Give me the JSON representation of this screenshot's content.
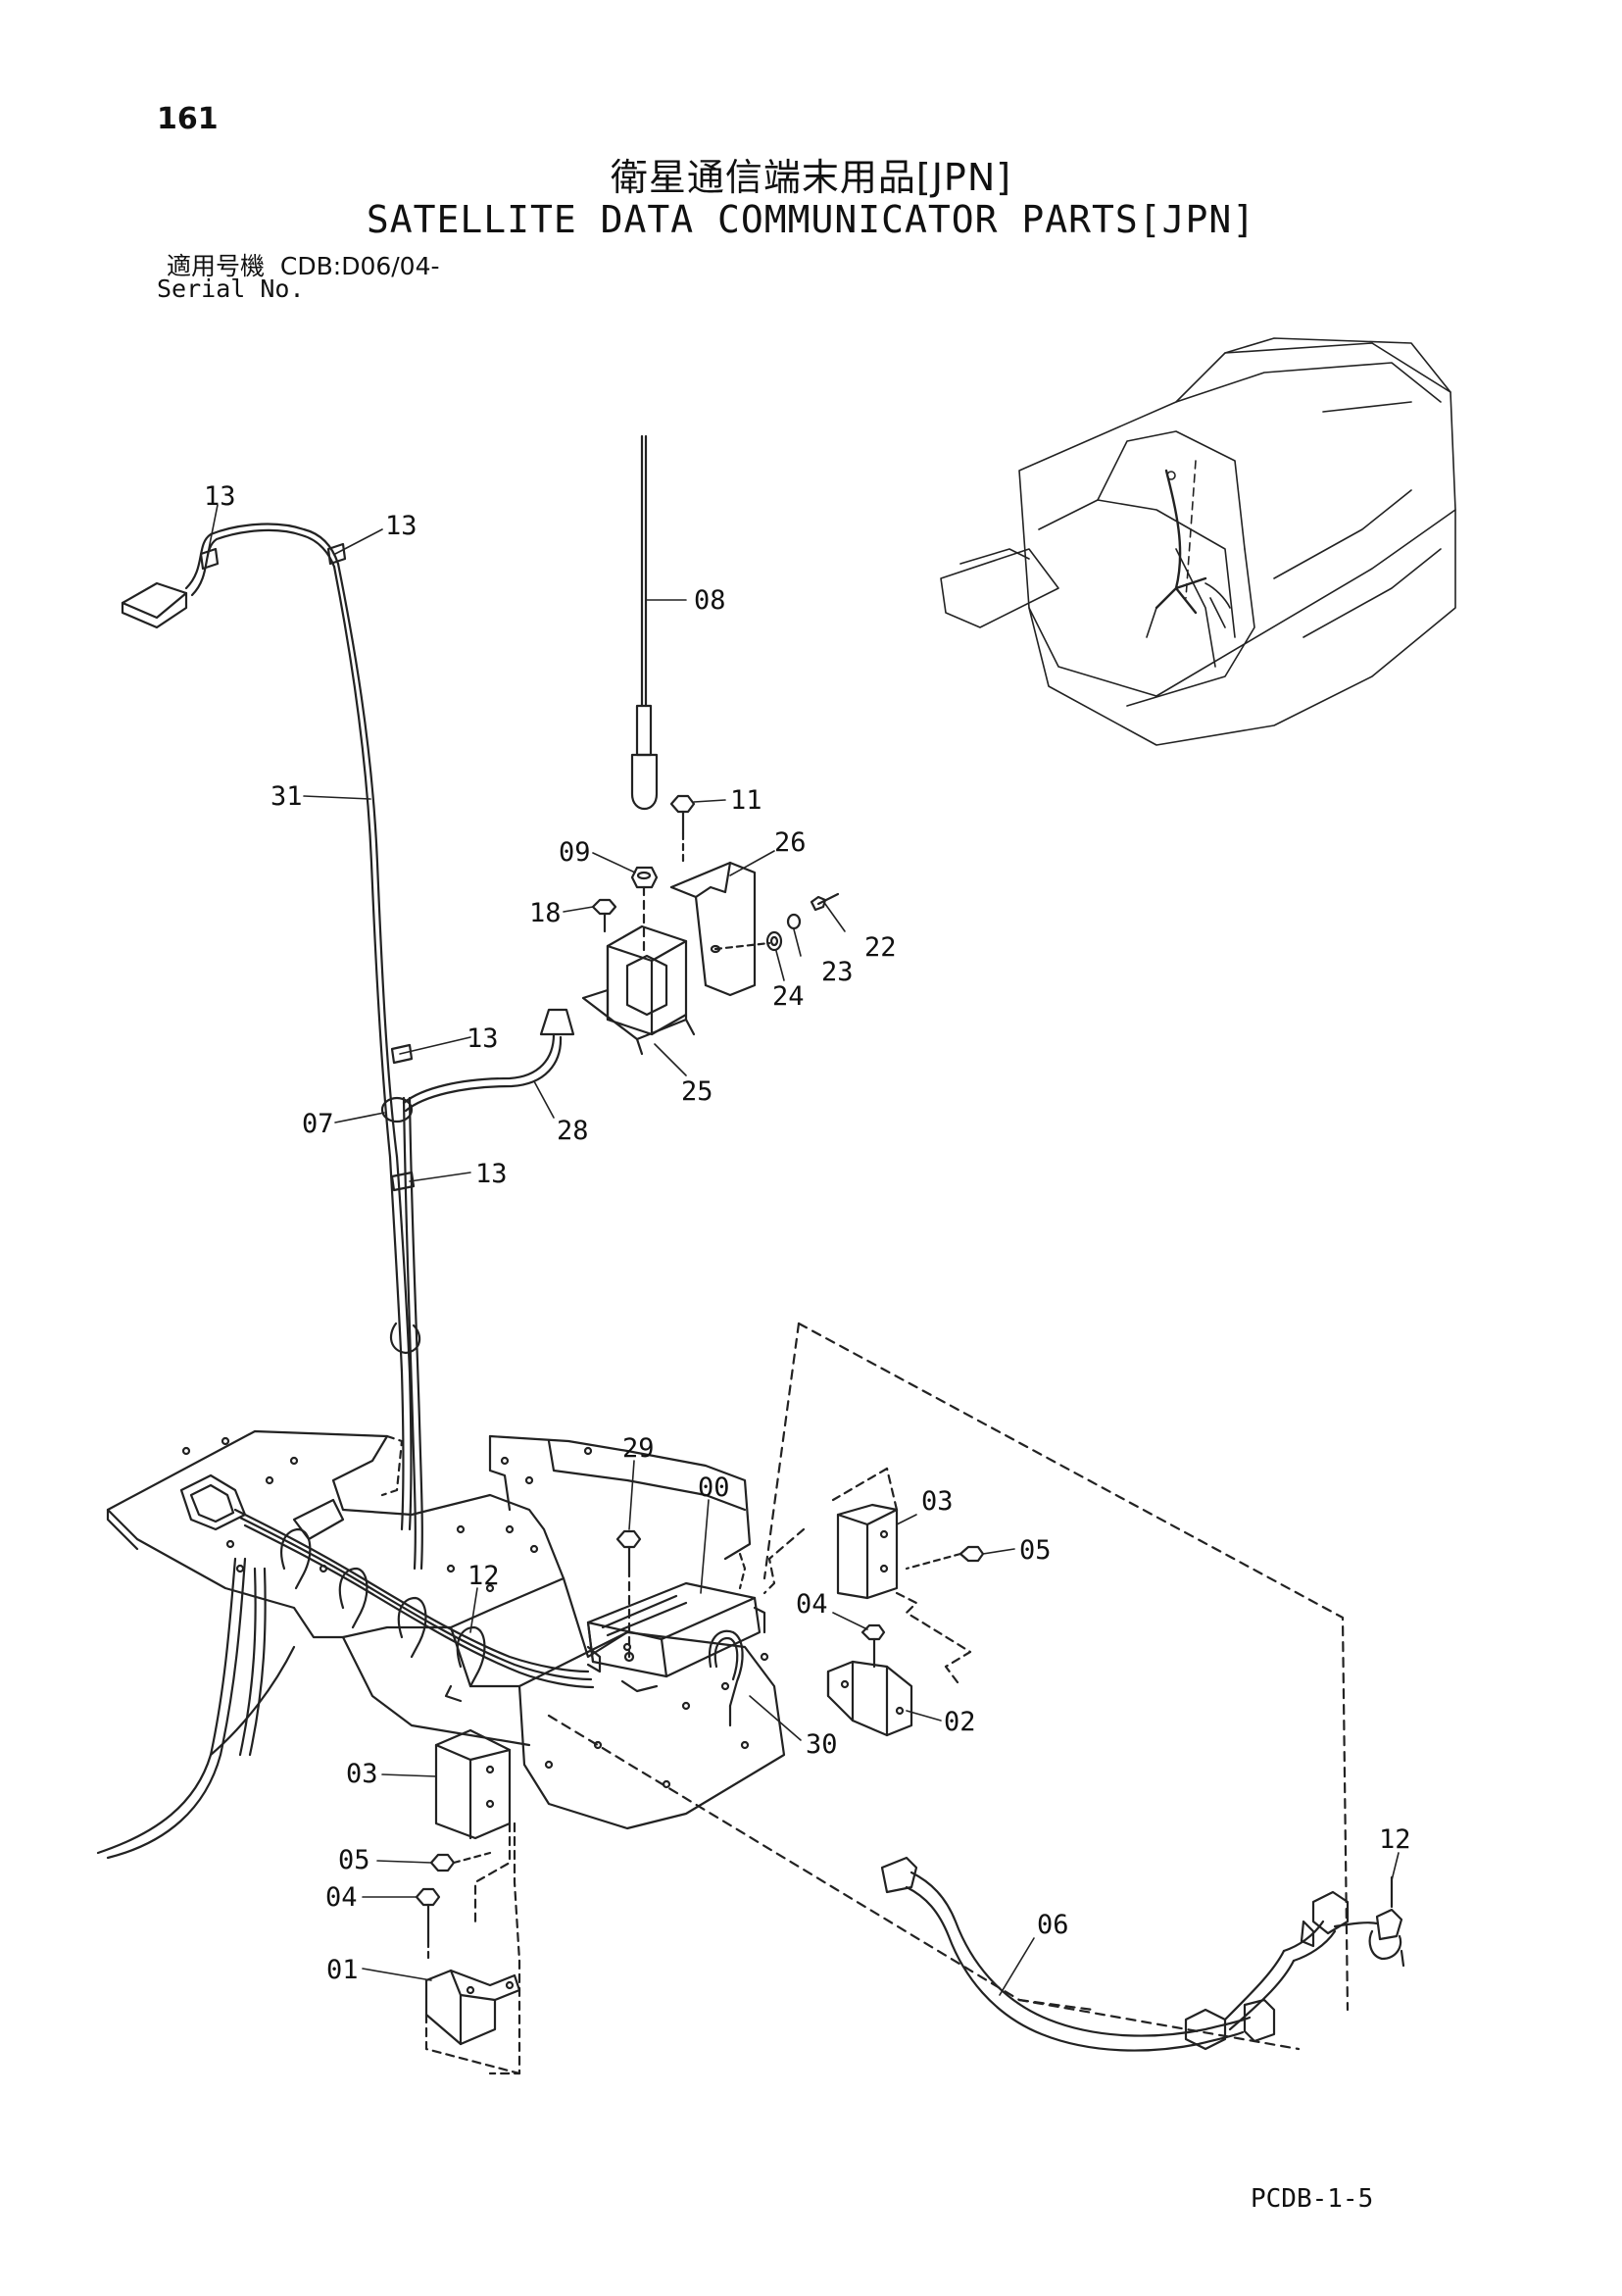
{
  "header": {
    "page_number": "161",
    "title_jp": "衛星通信端末用品[JPN]",
    "title_en": "SATELLITE DATA COMMUNICATOR PARTS[JPN]",
    "applicable_label": "適用号機",
    "applicable_value": "CDB:D06/04-",
    "serial_label": "Serial No."
  },
  "callouts": {
    "c13a": "13",
    "c13b": "13",
    "c13c": "13",
    "c13d": "13",
    "c08": "08",
    "c31": "31",
    "c11": "11",
    "c09": "09",
    "c26": "26",
    "c18": "18",
    "c22": "22",
    "c23": "23",
    "c24": "24",
    "c25": "25",
    "c07": "07",
    "c28": "28",
    "c29": "29",
    "c00": "00",
    "c03a": "03",
    "c05a": "05",
    "c04a": "04",
    "c02": "02",
    "c12a": "12",
    "c30": "30",
    "c03b": "03",
    "c05b": "05",
    "c04b": "04",
    "c01": "01",
    "c12b": "12",
    "c06": "06"
  },
  "footer": {
    "page_code": "PCDB-1-5"
  }
}
